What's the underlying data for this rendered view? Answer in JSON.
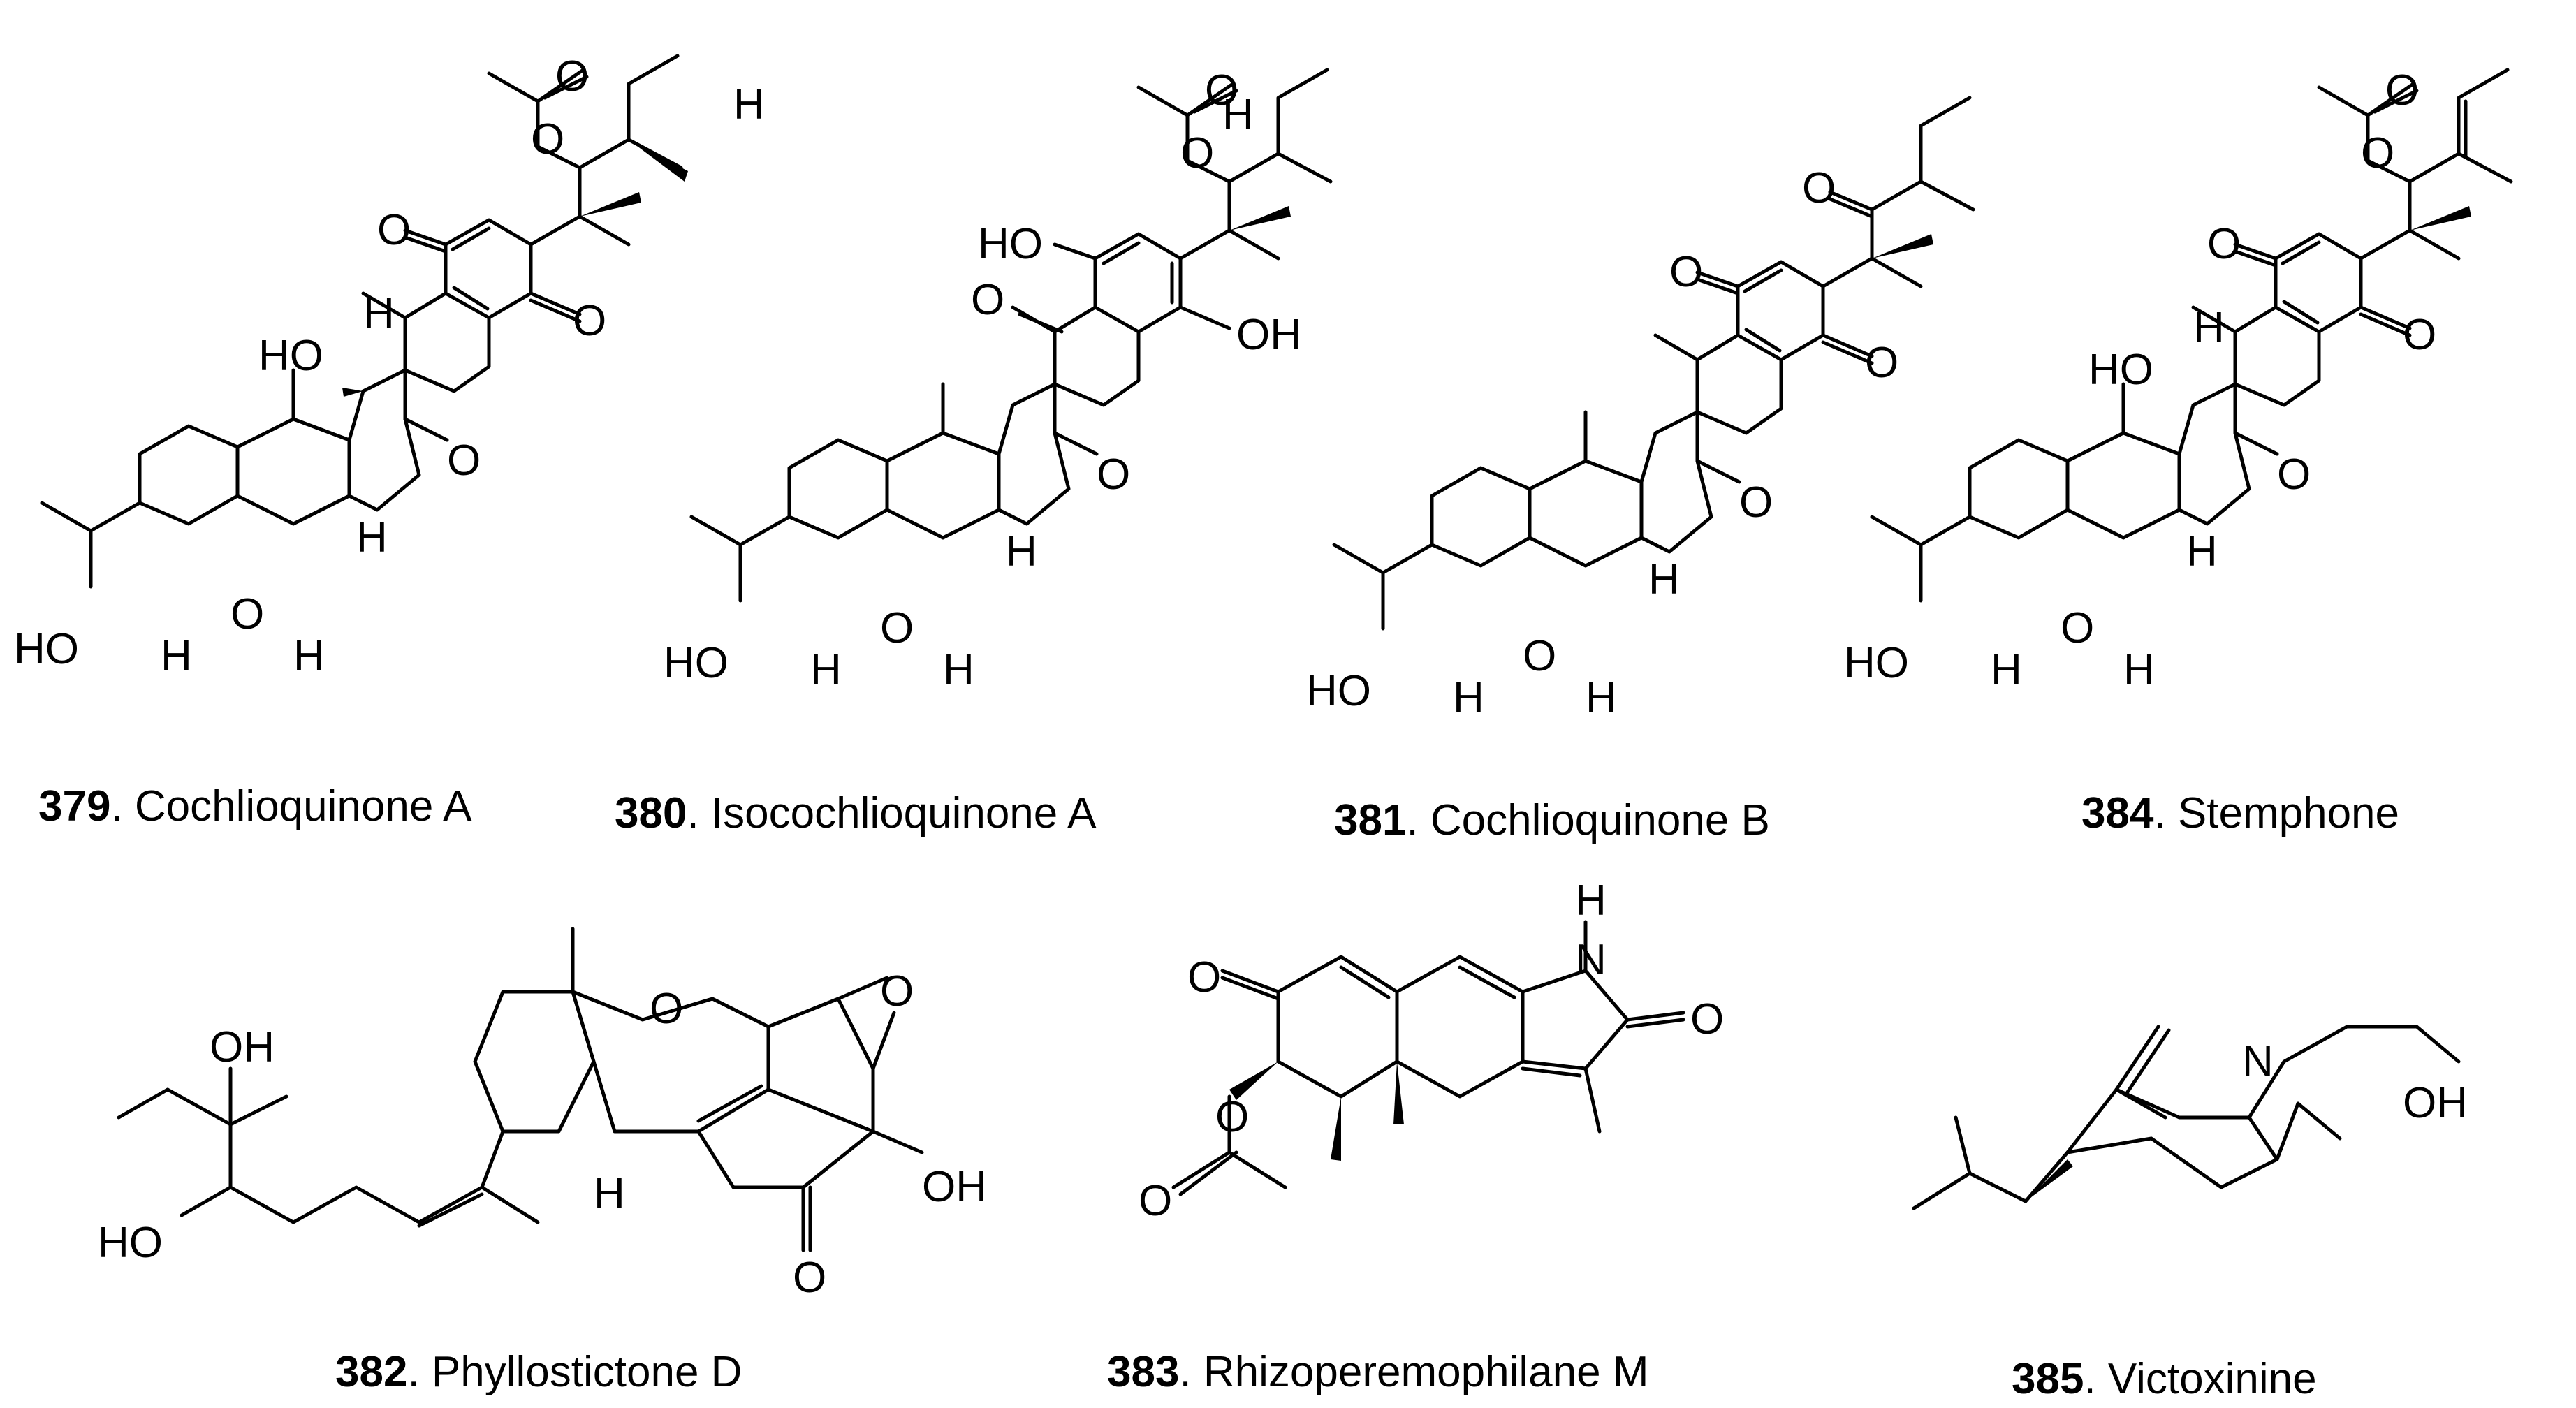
{
  "compounds": [
    {
      "number": "379",
      "name": ". Cochlioquinone A"
    },
    {
      "number": "380",
      "name": ". Isocochlioquinone A"
    },
    {
      "number": "381",
      "name": ". Cochlioquinone B"
    },
    {
      "number": "384",
      "name": ". Stemphone"
    },
    {
      "number": "382",
      "name": ". Phyllostictone D"
    },
    {
      "number": "383",
      "name": ". Rhizoperemophilane M"
    },
    {
      "number": "385",
      "name": ". Victoxinine"
    }
  ],
  "atoms": {
    "O": "O",
    "H": "H",
    "HO": "HO",
    "OH": "OH",
    "N": "N"
  }
}
